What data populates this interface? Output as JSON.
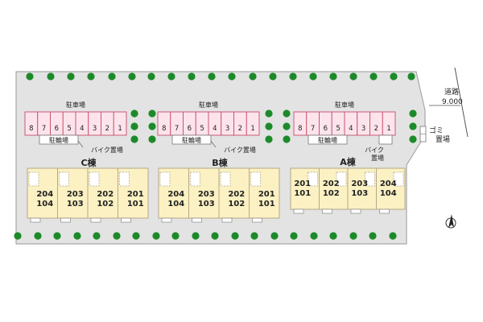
{
  "colors": {
    "site_fill": "#e3e3e3",
    "site_border": "#9a9a9a",
    "tree": "#1d8a2a",
    "parking_fill": "#fde4ec",
    "parking_border": "#c44e6a",
    "building_fill": "#fbf1c2",
    "building_border": "#b5a88a",
    "text": "#222222"
  },
  "icons": {
    "trees": "tree-icon",
    "north": "north-arrow-icon"
  },
  "lots": [
    {
      "id": "c",
      "parking_label": "駐車場",
      "spaces": [
        "8",
        "7",
        "6",
        "5",
        "4",
        "3",
        "2",
        "1"
      ],
      "bicycle_label": "駐輪場",
      "bike_label": "バイク置場"
    },
    {
      "id": "b",
      "parking_label": "駐車場",
      "spaces": [
        "8",
        "7",
        "6",
        "5",
        "4",
        "3",
        "2",
        "1"
      ],
      "bicycle_label": "駐輪場",
      "bike_label": "バイク置場"
    },
    {
      "id": "a",
      "parking_label": "駐車場",
      "spaces": [
        "8",
        "7",
        "6",
        "5",
        "4",
        "3",
        "2",
        "1"
      ],
      "bicycle_label": "駐輪場",
      "bike_label_line1": "バイク",
      "bike_label_line2": "置場"
    }
  ],
  "buildings": [
    {
      "id": "c",
      "name": "C棟",
      "units": [
        {
          "upper": "204",
          "lower": "104"
        },
        {
          "upper": "203",
          "lower": "103"
        },
        {
          "upper": "202",
          "lower": "102"
        },
        {
          "upper": "201",
          "lower": "101"
        }
      ]
    },
    {
      "id": "b",
      "name": "B棟",
      "units": [
        {
          "upper": "204",
          "lower": "104"
        },
        {
          "upper": "203",
          "lower": "103"
        },
        {
          "upper": "202",
          "lower": "102"
        },
        {
          "upper": "201",
          "lower": "101"
        }
      ]
    },
    {
      "id": "a",
      "name": "A棟",
      "units": [
        {
          "upper": "201",
          "lower": "101"
        },
        {
          "upper": "202",
          "lower": "102"
        },
        {
          "upper": "203",
          "lower": "103"
        },
        {
          "upper": "204",
          "lower": "104"
        }
      ]
    }
  ],
  "road": {
    "label": "道路",
    "width": "9.000"
  },
  "garbage": {
    "line1": "ゴミ",
    "line2": "置場"
  }
}
